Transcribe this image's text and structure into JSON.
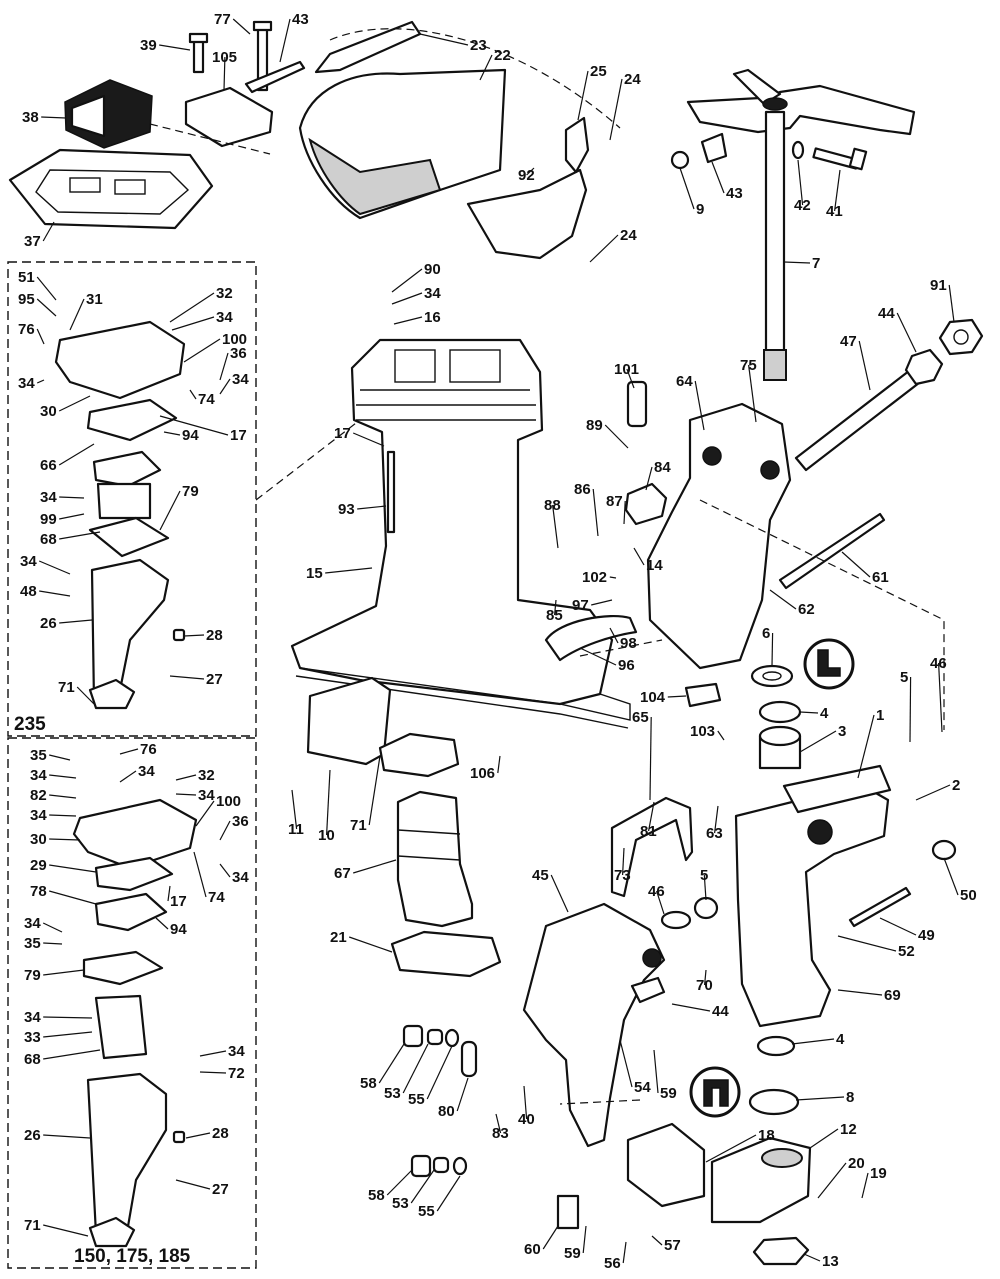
{
  "diagram": {
    "section_labels": {
      "upper_box": "235",
      "lower_box": "150, 175, 185"
    },
    "callouts": [
      {
        "id": "c77",
        "text": "77"
      },
      {
        "id": "c43a",
        "text": "43"
      },
      {
        "id": "c39",
        "text": "39"
      },
      {
        "id": "c105",
        "text": "105"
      },
      {
        "id": "c23",
        "text": "23"
      },
      {
        "id": "c22",
        "text": "22"
      },
      {
        "id": "c25",
        "text": "25"
      },
      {
        "id": "c24a",
        "text": "24"
      },
      {
        "id": "c38",
        "text": "38"
      },
      {
        "id": "c92",
        "text": "92"
      },
      {
        "id": "c9",
        "text": "9"
      },
      {
        "id": "c43b",
        "text": "43"
      },
      {
        "id": "c42",
        "text": "42"
      },
      {
        "id": "c41",
        "text": "41"
      },
      {
        "id": "c37",
        "text": "37"
      },
      {
        "id": "c24b",
        "text": "24"
      },
      {
        "id": "c7",
        "text": "7"
      },
      {
        "id": "c91",
        "text": "91"
      },
      {
        "id": "c51",
        "text": "51"
      },
      {
        "id": "c32a",
        "text": "32"
      },
      {
        "id": "c95",
        "text": "95"
      },
      {
        "id": "c31",
        "text": "31"
      },
      {
        "id": "c34a",
        "text": "34"
      },
      {
        "id": "c76a",
        "text": "76"
      },
      {
        "id": "c100a",
        "text": "100"
      },
      {
        "id": "c36a",
        "text": "36"
      },
      {
        "id": "c34b",
        "text": "34"
      },
      {
        "id": "c34c",
        "text": "34"
      },
      {
        "id": "c74a",
        "text": "74"
      },
      {
        "id": "c30a",
        "text": "30"
      },
      {
        "id": "c17a",
        "text": "17"
      },
      {
        "id": "c94a",
        "text": "94"
      },
      {
        "id": "c66",
        "text": "66"
      },
      {
        "id": "c34d",
        "text": "34"
      },
      {
        "id": "c99",
        "text": "99"
      },
      {
        "id": "c68a",
        "text": "68"
      },
      {
        "id": "c79a",
        "text": "79"
      },
      {
        "id": "c34e",
        "text": "34"
      },
      {
        "id": "c48",
        "text": "48"
      },
      {
        "id": "c26a",
        "text": "26"
      },
      {
        "id": "c28a",
        "text": "28"
      },
      {
        "id": "c27a",
        "text": "27"
      },
      {
        "id": "c71a",
        "text": "71"
      },
      {
        "id": "c90",
        "text": "90"
      },
      {
        "id": "c34f",
        "text": "34"
      },
      {
        "id": "c16",
        "text": "16"
      },
      {
        "id": "c17b",
        "text": "17"
      },
      {
        "id": "c93",
        "text": "93"
      },
      {
        "id": "c15",
        "text": "15"
      },
      {
        "id": "c101",
        "text": "101"
      },
      {
        "id": "c64",
        "text": "64"
      },
      {
        "id": "c75",
        "text": "75"
      },
      {
        "id": "c47",
        "text": "47"
      },
      {
        "id": "c44a",
        "text": "44"
      },
      {
        "id": "c89",
        "text": "89"
      },
      {
        "id": "c84",
        "text": "84"
      },
      {
        "id": "c86",
        "text": "86"
      },
      {
        "id": "c87",
        "text": "87"
      },
      {
        "id": "c88",
        "text": "88"
      },
      {
        "id": "c14",
        "text": "14"
      },
      {
        "id": "c102",
        "text": "102"
      },
      {
        "id": "c97",
        "text": "97"
      },
      {
        "id": "c85",
        "text": "85"
      },
      {
        "id": "c98",
        "text": "98"
      },
      {
        "id": "c96",
        "text": "96"
      },
      {
        "id": "c61",
        "text": "61"
      },
      {
        "id": "c62",
        "text": "62"
      },
      {
        "id": "c6",
        "text": "6"
      },
      {
        "id": "c104",
        "text": "104"
      },
      {
        "id": "c4a",
        "text": "4"
      },
      {
        "id": "c5a",
        "text": "5"
      },
      {
        "id": "c46a",
        "text": "46"
      },
      {
        "id": "c1",
        "text": "1"
      },
      {
        "id": "c103",
        "text": "103"
      },
      {
        "id": "c3",
        "text": "3"
      },
      {
        "id": "c65",
        "text": "65"
      },
      {
        "id": "c2",
        "text": "2"
      },
      {
        "id": "c106",
        "text": "106"
      },
      {
        "id": "c11",
        "text": "11"
      },
      {
        "id": "c10",
        "text": "10"
      },
      {
        "id": "c71b",
        "text": "71"
      },
      {
        "id": "c81",
        "text": "81"
      },
      {
        "id": "c63",
        "text": "63"
      },
      {
        "id": "c73",
        "text": "73"
      },
      {
        "id": "c50",
        "text": "50"
      },
      {
        "id": "c35a",
        "text": "35"
      },
      {
        "id": "c76b",
        "text": "76"
      },
      {
        "id": "c34g",
        "text": "34"
      },
      {
        "id": "c34h",
        "text": "34"
      },
      {
        "id": "c32b",
        "text": "32"
      },
      {
        "id": "c82",
        "text": "82"
      },
      {
        "id": "c34i",
        "text": "34"
      },
      {
        "id": "c34j",
        "text": "34"
      },
      {
        "id": "c100b",
        "text": "100"
      },
      {
        "id": "c30b",
        "text": "30"
      },
      {
        "id": "c36b",
        "text": "36"
      },
      {
        "id": "c29",
        "text": "29"
      },
      {
        "id": "c74b",
        "text": "74"
      },
      {
        "id": "c34k",
        "text": "34"
      },
      {
        "id": "c17c",
        "text": "17"
      },
      {
        "id": "c67",
        "text": "67"
      },
      {
        "id": "c45",
        "text": "45"
      },
      {
        "id": "c5b",
        "text": "5"
      },
      {
        "id": "c46b",
        "text": "46"
      },
      {
        "id": "c78",
        "text": "78"
      },
      {
        "id": "c94b",
        "text": "94"
      },
      {
        "id": "c49",
        "text": "49"
      },
      {
        "id": "c52",
        "text": "52"
      },
      {
        "id": "c34l",
        "text": "34"
      },
      {
        "id": "c35b",
        "text": "35"
      },
      {
        "id": "c21",
        "text": "21"
      },
      {
        "id": "c70",
        "text": "70"
      },
      {
        "id": "c79b",
        "text": "79"
      },
      {
        "id": "c44b",
        "text": "44"
      },
      {
        "id": "c69",
        "text": "69"
      },
      {
        "id": "c34m",
        "text": "34"
      },
      {
        "id": "c33",
        "text": "33"
      },
      {
        "id": "c68b",
        "text": "68"
      },
      {
        "id": "c34n",
        "text": "34"
      },
      {
        "id": "c72",
        "text": "72"
      },
      {
        "id": "c4b",
        "text": "4"
      },
      {
        "id": "c58a",
        "text": "58"
      },
      {
        "id": "c53a",
        "text": "53"
      },
      {
        "id": "c55a",
        "text": "55"
      },
      {
        "id": "c80",
        "text": "80"
      },
      {
        "id": "c54",
        "text": "54"
      },
      {
        "id": "c59a",
        "text": "59"
      },
      {
        "id": "c8",
        "text": "8"
      },
      {
        "id": "c83",
        "text": "83"
      },
      {
        "id": "c40",
        "text": "40"
      },
      {
        "id": "c26b",
        "text": "26"
      },
      {
        "id": "c28b",
        "text": "28"
      },
      {
        "id": "c18",
        "text": "18"
      },
      {
        "id": "c12",
        "text": "12"
      },
      {
        "id": "c20",
        "text": "20"
      },
      {
        "id": "c19",
        "text": "19"
      },
      {
        "id": "c27b",
        "text": "27"
      },
      {
        "id": "c58b",
        "text": "58"
      },
      {
        "id": "c53b",
        "text": "53"
      },
      {
        "id": "c55b",
        "text": "55"
      },
      {
        "id": "c71c",
        "text": "71"
      },
      {
        "id": "c60",
        "text": "60"
      },
      {
        "id": "c59b",
        "text": "59"
      },
      {
        "id": "c56",
        "text": "56"
      },
      {
        "id": "c57",
        "text": "57"
      },
      {
        "id": "c13",
        "text": "13"
      }
    ]
  }
}
